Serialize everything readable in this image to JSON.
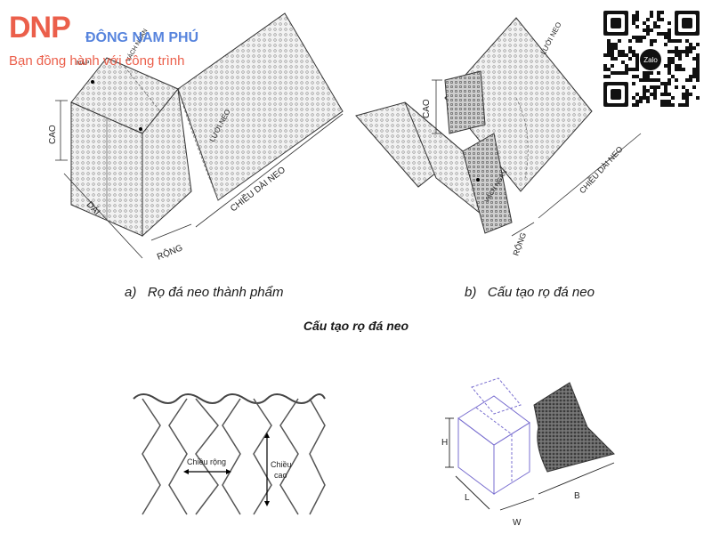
{
  "logo": {
    "mark": "DNP",
    "company": "ĐÔNG NAM PHÚ",
    "slogan": "Bạn đồng hành với công trình",
    "brand_color": "#e8442c",
    "company_color": "#3a6fd8"
  },
  "qr": {
    "center_label": "Zalo"
  },
  "figure_a": {
    "caption_letter": "a)",
    "caption_text": "Rọ đá neo thành phẩm",
    "labels": {
      "nap": "NẮP",
      "vach_ngan": "VÁCH NGĂN",
      "luoi_neo": "LƯỚI NEO",
      "cao": "CAO",
      "dai": "DÀI",
      "rong": "RỘNG",
      "chieu_dai_neo": "CHIỀU DÀI NEO"
    }
  },
  "figure_b": {
    "caption_letter": "b)",
    "caption_text": "Cấu tạo rọ đá neo",
    "labels": {
      "cao": "CAO",
      "luoi_neo": "LƯỚI NEO",
      "vach_ngan": "VÁCH NGĂN",
      "rong": "RỘNG",
      "chieu_dai_neo": "CHIỀU DÀI NEO"
    }
  },
  "section_title": "Cấu tạo rọ đá neo",
  "mesh_detail": {
    "width_label": "Chiều rộng",
    "height_label_1": "Chiều",
    "height_label_2": "cao"
  },
  "dimension_detail": {
    "h": "H",
    "l": "L",
    "w": "W",
    "b": "B"
  }
}
